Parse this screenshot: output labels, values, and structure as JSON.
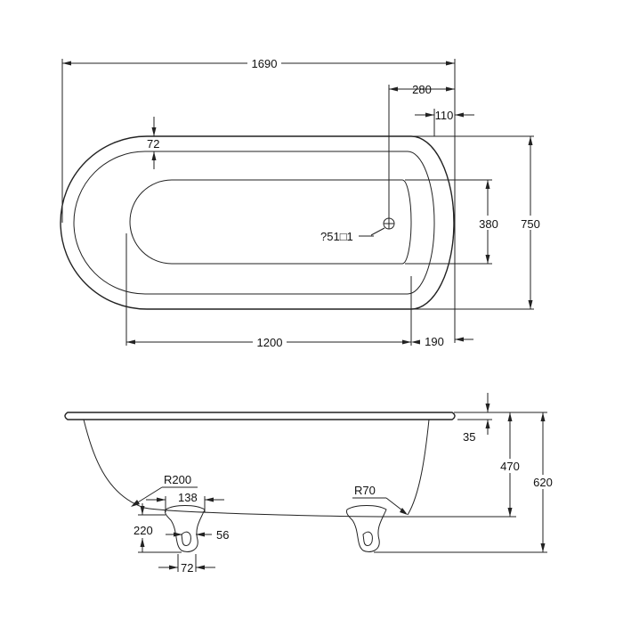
{
  "top_view": {
    "overall_length": "1690",
    "drain_offset": "280",
    "rim_end_offset": "110",
    "rim_width": "72",
    "inner_width": "380",
    "overall_width": "750",
    "drain_label": "?51□1",
    "inner_length": "1200",
    "end_offset": "190"
  },
  "side_view": {
    "rim_thickness": "35",
    "rim_to_base": "470",
    "overall_height": "620",
    "left_radius": "R200",
    "right_radius": "R70",
    "foot_spacing": "138",
    "foot_height": "220",
    "foot_width": "56",
    "foot_base_width": "72"
  }
}
